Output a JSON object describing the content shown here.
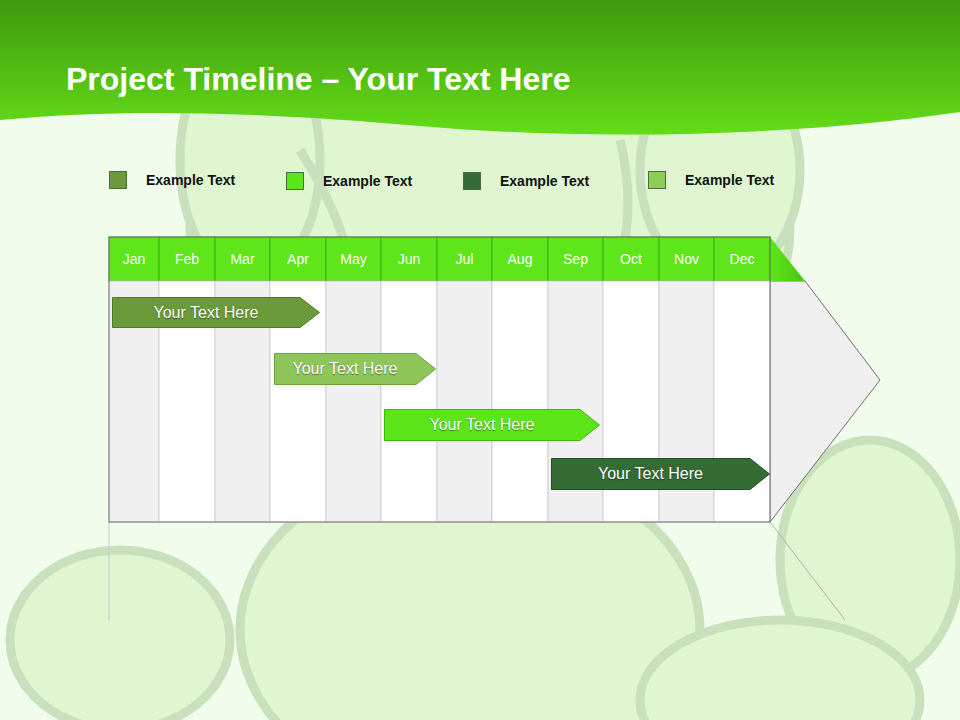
{
  "diagram": {
    "title": "Project Timeline – Your Text Here",
    "nodes": [
      {
        "text": [
          "Your Text Here"
        ]
      },
      {
        "text": [
          "Your Text Here"
        ]
      },
      {
        "text": [
          "Your Text Here"
        ]
      },
      {
        "text": [
          "Your Text Here"
        ]
      }
    ],
    "labels": [
      "Jan",
      "Feb",
      "Mar",
      "Apr",
      "May",
      "Jun",
      "Jul",
      "Aug",
      "Sep",
      "Oct",
      "Nov",
      "Dec"
    ],
    "legend": [
      {
        "text": "Example Text",
        "color": "#6a9a3a"
      },
      {
        "text": "Example Text",
        "color": "#5ce619"
      },
      {
        "text": "Example Text",
        "color": "#356b35"
      },
      {
        "text": "Example Text",
        "color": "#8fcc5a"
      }
    ]
  }
}
